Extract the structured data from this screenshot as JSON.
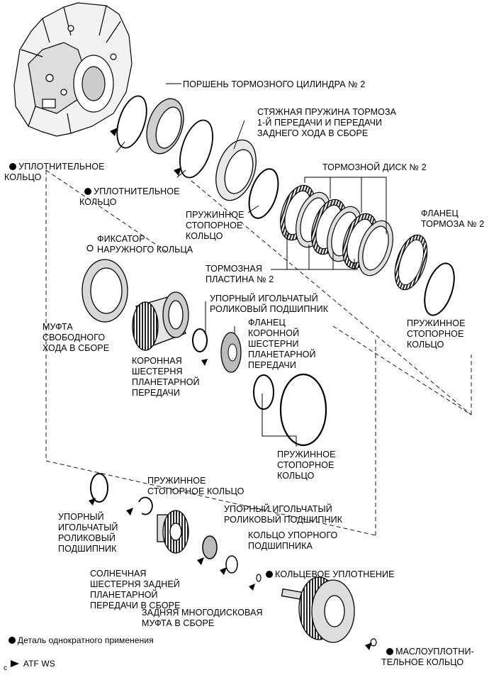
{
  "labels": {
    "piston": "ПОРШЕНЬ ТОРМОЗНОГО ЦИЛИНДРА № 2",
    "brake_spring": "СТЯЖНАЯ ПРУЖИНА ТОРМОЗА\n1-Й ПЕРЕДАЧИ И ПЕРЕДАЧИ\nЗАДНЕГО ХОДА В СБОРЕ",
    "brake_disc": "ТОРМОЗНОЙ ДИСК № 2",
    "o_ring_1": "УПЛОТНИТЕЛЬНОЕ\nКОЛЬЦО",
    "o_ring_2": "УПЛОТНИТЕЛЬНОЕ\nКОЛЬЦО",
    "snap_ring_1": "ПРУЖИННОЕ\nСТОПОРНОЕ\nКОЛЬЦО",
    "brake_flange": "ФЛАНЕЦ\nТОРМОЗА № 2",
    "outer_race_retainer": "ФИКСАТОР\nНАРУЖНОГО КОЛЬЦА",
    "brake_plate": "ТОРМОЗНАЯ\nПЛАСТИНА № 2",
    "thrust_bearing_1": "УПОРНЫЙ ИГОЛЬЧАТЫЙ\nРОЛИКОВЫЙ ПОДШИПНИК",
    "snap_ring_2": "ПРУЖИННОЕ\nСТОПОРНОЕ\nКОЛЬЦО",
    "one_way_clutch": "МУФТА\nСВОБОДНОГО\nХОДА В СБОРЕ",
    "ring_gear_flange": "ФЛАНЕЦ\nКОРОННОЙ\nШЕСТЕРНИ\nПЛАНЕТАРНОЙ\nПЕРЕДАЧИ",
    "ring_gear": "КОРОННАЯ\nШЕСТЕРНЯ\nПЛАНЕТАРНОЙ\nПЕРЕДАЧИ",
    "snap_ring_3": "ПРУЖИННОЕ\nСТОПОРНОЕ\nКОЛЬЦО",
    "snap_ring_4": "ПРУЖИННОЕ\nСТОПОРНОЕ КОЛЬЦО",
    "thrust_bearing_2": "УПОРНЫЙ\nИГОЛЬЧАТЫЙ\nРОЛИКОВЫЙ\nПОДШИПНИК",
    "thrust_bearing_3": "УПОРНЫЙ ИГОЛЬЧАТЫЙ\nРОЛИКОВЫЙ ПОДШИПНИК",
    "bearing_race": "КОЛЬЦО УПОРНОГО\nПОДШИПНИКА",
    "seal_ring": "КОЛЬЦЕВОЕ УПЛОТНЕНИЕ",
    "sun_gear": "СОЛНЕЧНАЯ\nШЕСТЕРНЯ ЗАДНЕЙ\nПЛАНЕТАРНОЙ\nПЕРЕДАЧИ В СБОРЕ",
    "rear_clutch": "ЗАДНЯЯ МНОГОДИСКОВАЯ\nМУФТА В СБОРЕ",
    "oil_seal": "МАСЛОУПЛОТНИ-\nТЕЛЬНОЕ КОЛЬЦО"
  },
  "legend": {
    "non_reusable": "Деталь однократного применения",
    "atf": "ATF WS"
  },
  "corner_code": "c"
}
